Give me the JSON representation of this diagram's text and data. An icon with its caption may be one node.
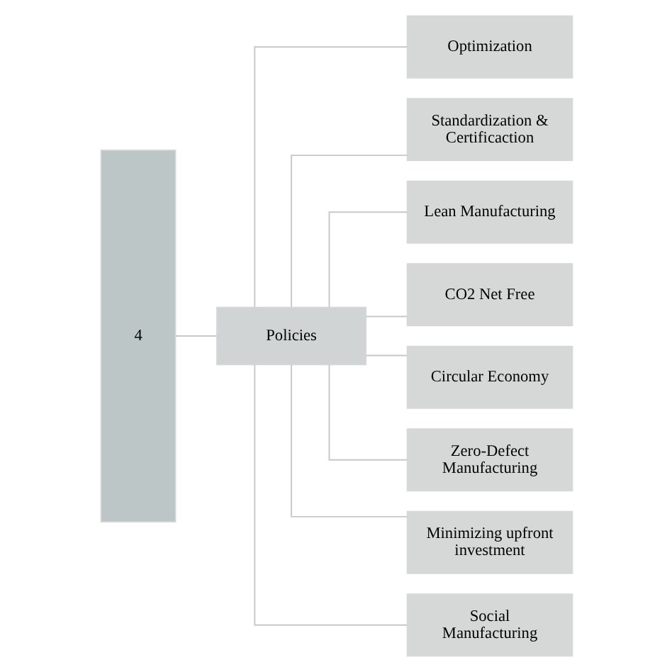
{
  "diagram": {
    "nodes": [
      {
        "text": [
          "4"
        ]
      },
      {
        "text": [
          "Policies"
        ]
      },
      {
        "text": [
          "Optimization"
        ]
      },
      {
        "text": [
          "Standardization & Certificaction"
        ]
      },
      {
        "text": [
          "Lean Manufacturing"
        ]
      },
      {
        "text": [
          "CO2 Net Free"
        ]
      },
      {
        "text": [
          "Circular Economy"
        ]
      },
      {
        "text": [
          "Zero-Defect Manufacturing"
        ]
      },
      {
        "text": [
          "Minimizing upfront investment"
        ]
      },
      {
        "text": [
          "Social Manufacturing"
        ]
      }
    ],
    "edges": [
      {
        "from": 0,
        "to": 1,
        "arrow": "none"
      },
      {
        "from": 1,
        "to": 2,
        "arrow": "none"
      },
      {
        "from": 1,
        "to": 3,
        "arrow": "none"
      },
      {
        "from": 1,
        "to": 4,
        "arrow": "none"
      },
      {
        "from": 1,
        "to": 5,
        "arrow": "none"
      },
      {
        "from": 1,
        "to": 6,
        "arrow": "none"
      },
      {
        "from": 1,
        "to": 7,
        "arrow": "none"
      },
      {
        "from": 1,
        "to": 8,
        "arrow": "none"
      },
      {
        "from": 1,
        "to": 9,
        "arrow": "none"
      }
    ]
  }
}
